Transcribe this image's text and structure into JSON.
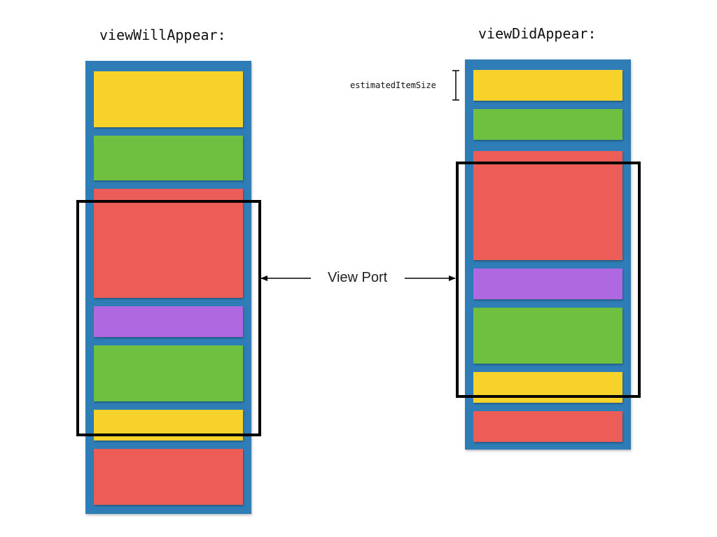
{
  "titles": {
    "left": "viewWillAppear:",
    "right": "viewDidAppear:"
  },
  "labels": {
    "view_port": "View Port",
    "estimated_item_size": "estimatedItemSize"
  },
  "colors": {
    "collection_background": "#2f7db6",
    "yellow": "#f6d22a",
    "green": "#6fbf40",
    "red": "#ec5d57",
    "purple": "#b068e0",
    "frame": "#000000"
  },
  "left_column_cells": [
    "yellow",
    "green",
    "red",
    "purple",
    "green",
    "yellow",
    "red"
  ],
  "right_column_cells": [
    "yellow",
    "green",
    "red",
    "purple",
    "green",
    "yellow",
    "red"
  ]
}
